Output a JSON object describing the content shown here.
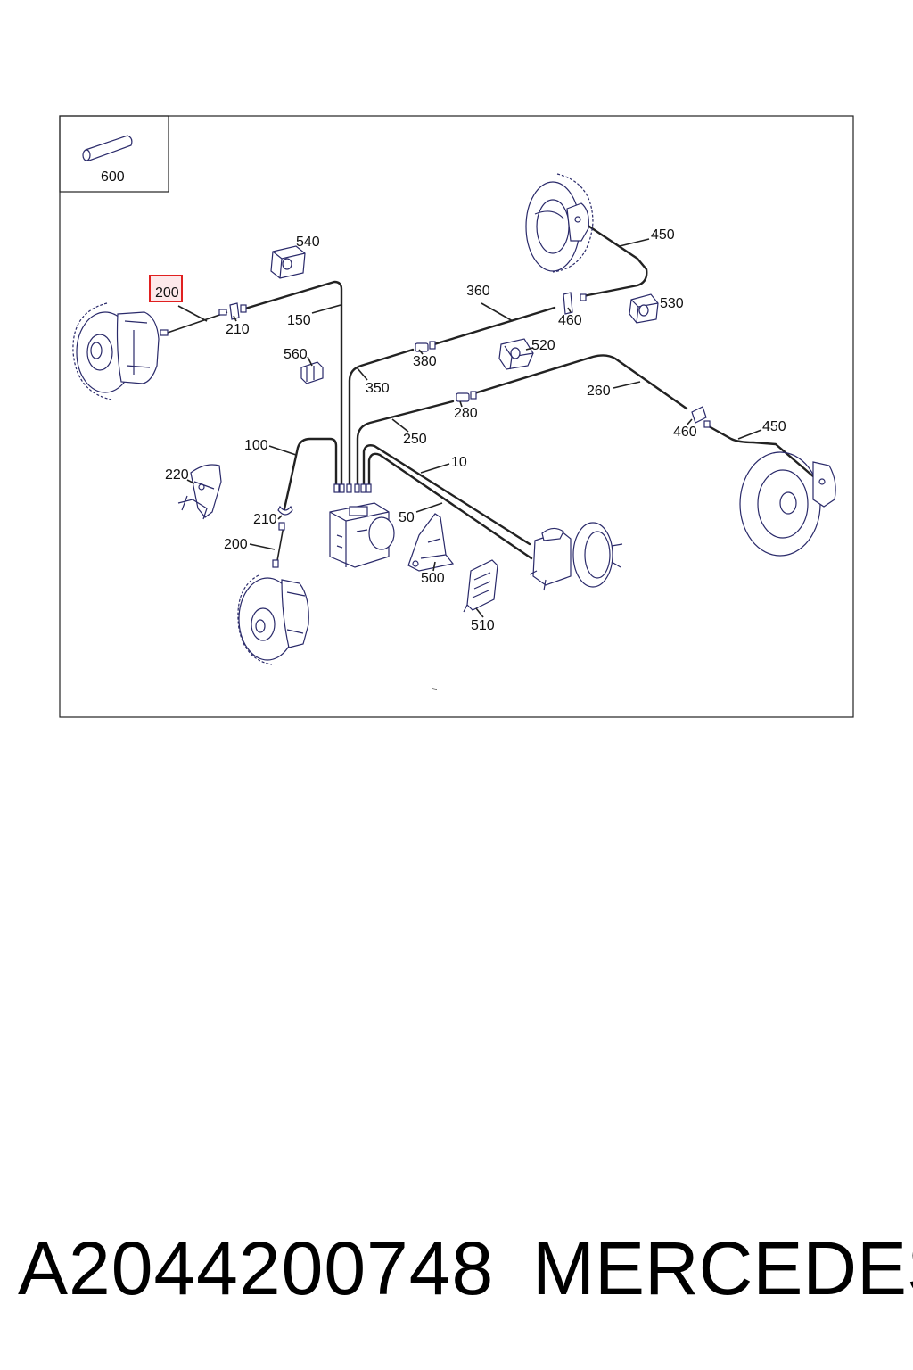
{
  "callouts": {
    "c600": "600",
    "c540": "540",
    "c200_highlight": "200",
    "c210_top": "210",
    "c150": "150",
    "c560": "560",
    "c360": "360",
    "c460_top": "460",
    "c450_top": "450",
    "c530": "530",
    "c380": "380",
    "c520": "520",
    "c350": "350",
    "c280": "280",
    "c260": "260",
    "c250": "250",
    "c460_right": "460",
    "c450_right": "450",
    "c100": "100",
    "c10": "10",
    "c220": "220",
    "c50": "50",
    "c210_bottom": "210",
    "c200_bottom": "200",
    "c500": "500",
    "c510": "510"
  },
  "caption": {
    "part_number": "A2044200748",
    "brand": "MERCEDES"
  },
  "colors": {
    "highlight_border": "#e02020",
    "highlight_fill": "#fde8ea",
    "line": "#222222",
    "part_stroke": "#2a2a6a"
  }
}
